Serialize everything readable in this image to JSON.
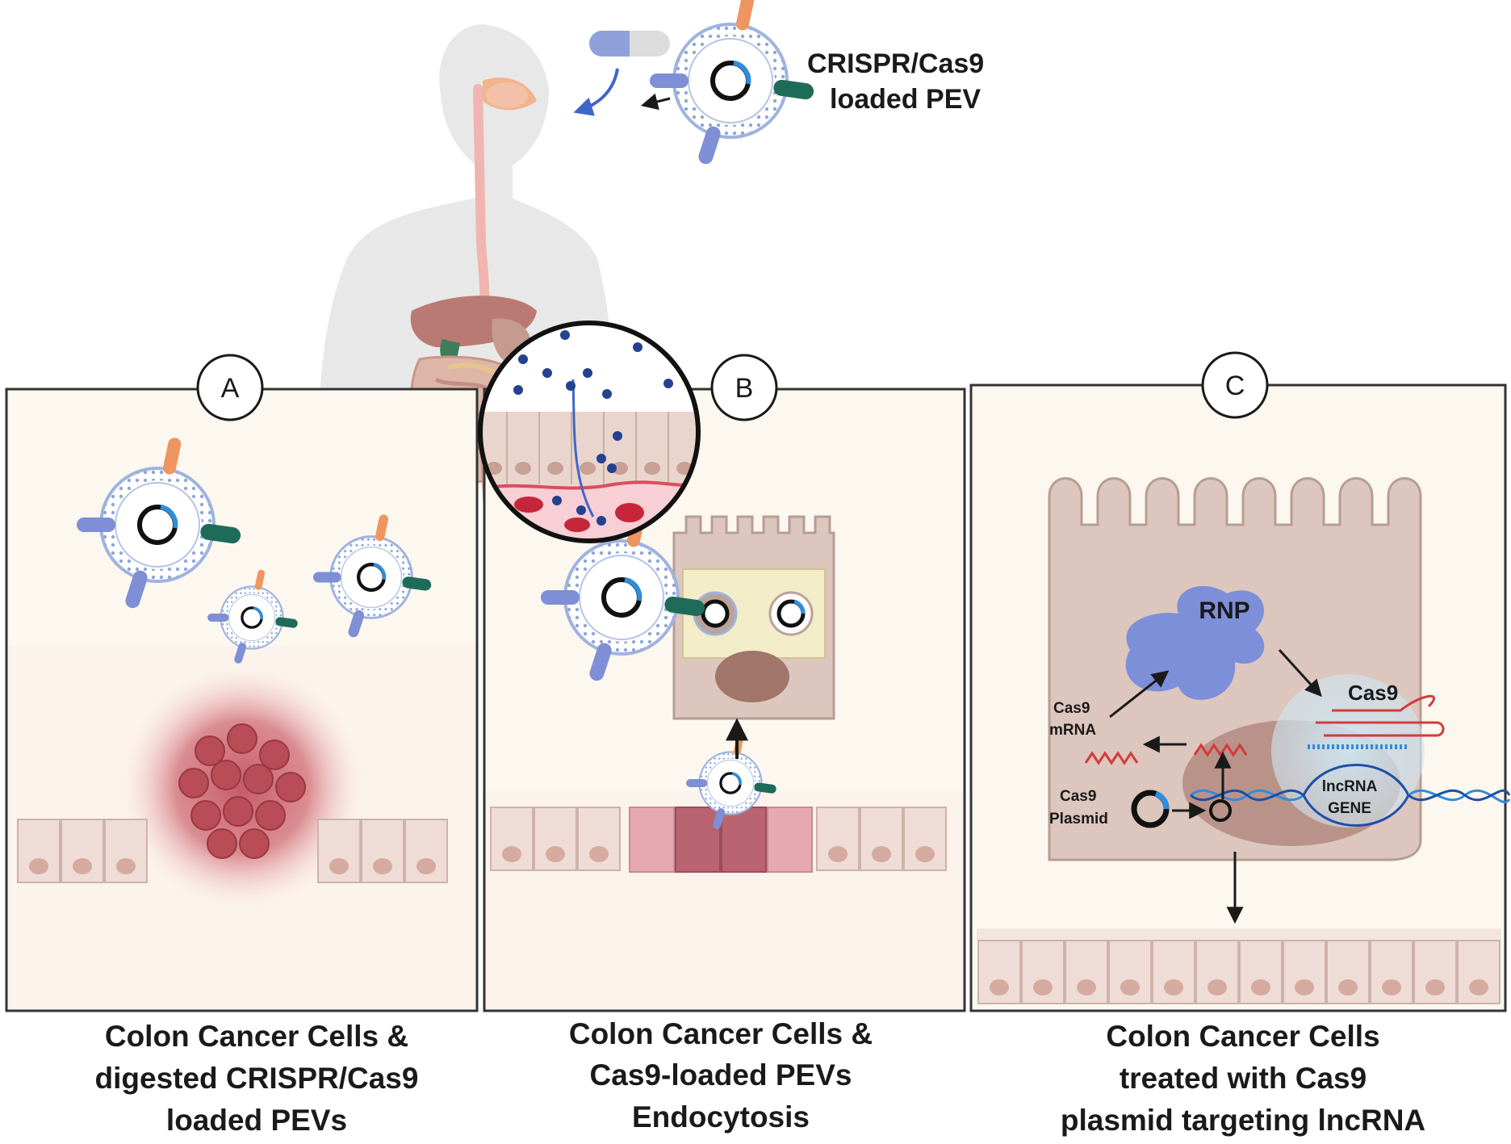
{
  "top_label": {
    "line1": "CRISPR/Cas9",
    "line2": "loaded PEV"
  },
  "panels": [
    {
      "letter": "A",
      "caption": [
        "Colon Cancer Cells &",
        "digested CRISPR/Cas9",
        "loaded PEVs"
      ]
    },
    {
      "letter": "B",
      "caption": [
        "Colon Cancer Cells &",
        "Cas9-loaded PEVs",
        "Endocytosis"
      ]
    },
    {
      "letter": "C",
      "caption": [
        "Colon Cancer Cells",
        "treated with Cas9",
        "plasmid targeting lncRNA"
      ]
    }
  ],
  "panel_c": {
    "rnp": "RNP",
    "cas9": "Cas9",
    "mrna_line1": "Cas9",
    "mrna_line2": "mRNA",
    "plasmid_line1": "Cas9",
    "plasmid_line2": "Plasmid",
    "gene_line1": "lncRNA",
    "gene_line2": "GENE"
  },
  "colors": {
    "panel_fill": "#fdf8ef",
    "cell_fill": "#dcc6bd",
    "cell_dark": "#a1756a",
    "vesicle_blue": "#7f8fd6",
    "protein_orange": "#ef9560",
    "protein_green": "#1f6b5a",
    "rnp_blue": "#7d8fd8",
    "mrna_red": "#d43b3b",
    "tumor_red": "#c2535e",
    "body_grey": "#e6e6e6"
  }
}
